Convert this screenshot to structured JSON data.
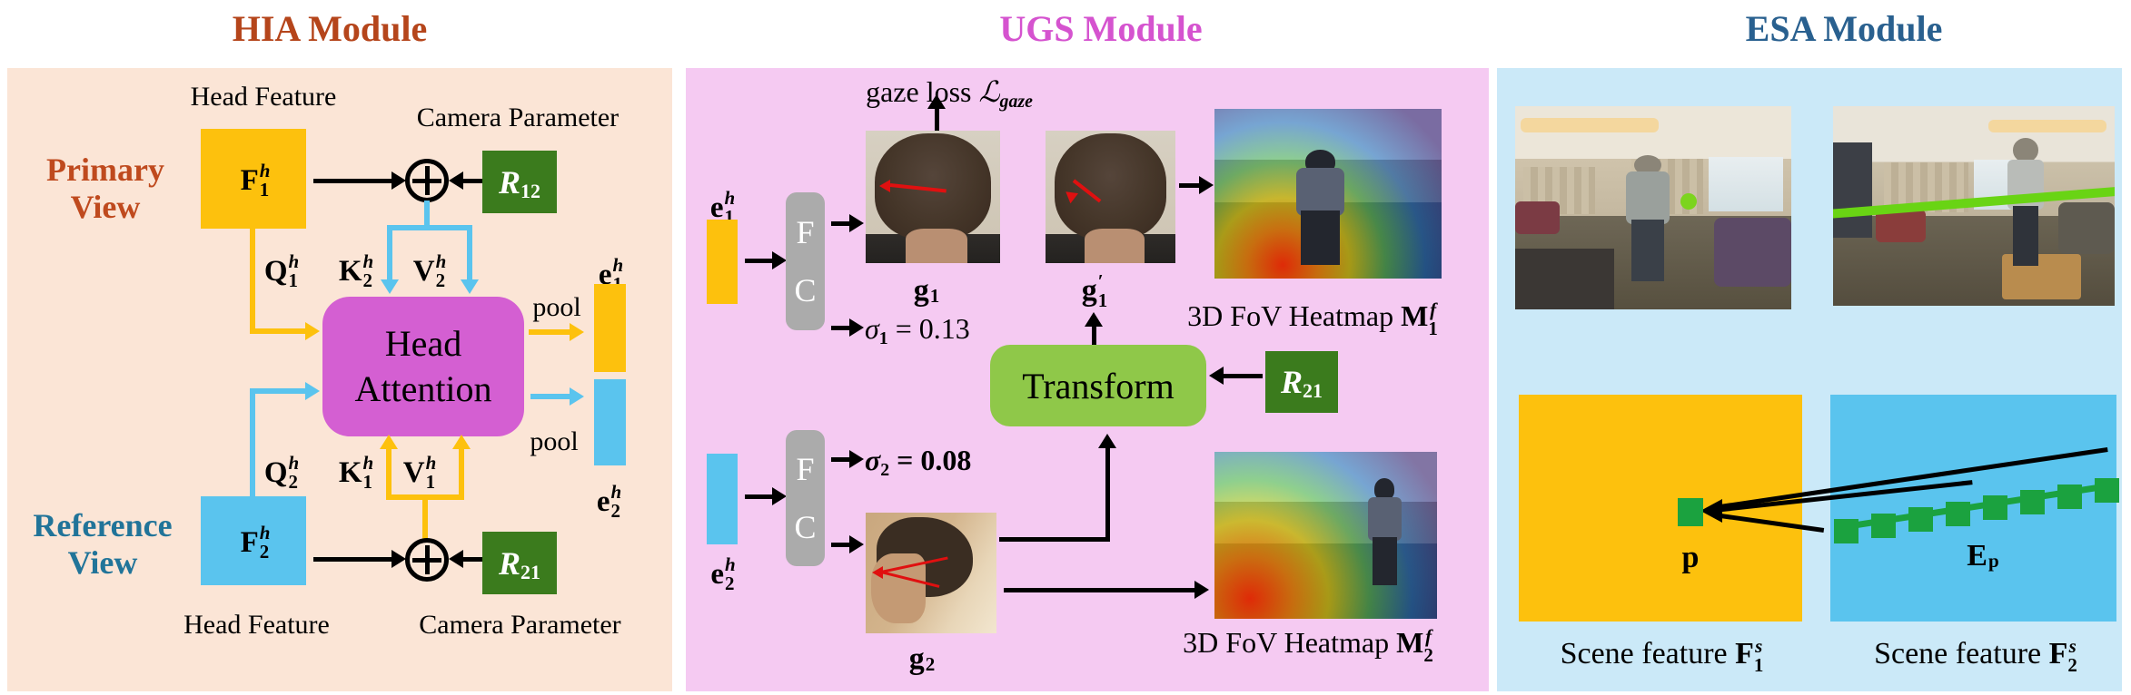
{
  "modules": {
    "hia": {
      "title": "HIA Module",
      "head_feature_top": "Head Feature",
      "camera_parameter_top": "Camera Parameter",
      "head_feature_bottom": "Head Feature",
      "camera_parameter_bottom": "Camera Parameter",
      "primary_view_line1": "Primary",
      "primary_view_line2": "View",
      "reference_view_line1": "Reference",
      "reference_view_line2": "View",
      "f1": {
        "base": "F",
        "sup": "h",
        "sub": "1"
      },
      "f2": {
        "base": "F",
        "sup": "h",
        "sub": "2"
      },
      "q1": {
        "base": "Q",
        "sup": "h",
        "sub": "1"
      },
      "q2": {
        "base": "Q",
        "sup": "h",
        "sub": "2"
      },
      "k1": {
        "base": "K",
        "sup": "h",
        "sub": "1"
      },
      "k2": {
        "base": "K",
        "sup": "h",
        "sub": "2"
      },
      "v1": {
        "base": "V",
        "sup": "h",
        "sub": "1"
      },
      "v2": {
        "base": "V",
        "sup": "h",
        "sub": "2"
      },
      "r12": {
        "base": "R",
        "sub": "12"
      },
      "r21": {
        "base": "R",
        "sub": "21"
      },
      "e1": {
        "base": "e",
        "sup": "h",
        "sub": "1"
      },
      "e2": {
        "base": "e",
        "sup": "h",
        "sub": "2"
      },
      "attention_line1": "Head",
      "attention_line2": "Attention",
      "pool_top": "pool",
      "pool_bottom": "pool"
    },
    "ugs": {
      "title": "UGS Module",
      "gaze_loss": {
        "prefix": "gaze loss ",
        "sym": "ℒ",
        "sub": "gaze"
      },
      "e1": {
        "base": "e",
        "sup": "h",
        "sub": "1"
      },
      "e2": {
        "base": "e",
        "sup": "h",
        "sub": "2"
      },
      "fc1": {
        "line1": "F",
        "line2": "C"
      },
      "fc2": {
        "line1": "F",
        "line2": "C"
      },
      "g1": {
        "base": "g",
        "sub": "1"
      },
      "g1_prime": {
        "base": "g",
        "sup": "′",
        "sub": "1"
      },
      "g2": {
        "base": "g",
        "sub": "2"
      },
      "sigma1": {
        "sym": "σ",
        "sub": "1",
        "eq": " = 0.13"
      },
      "sigma2": {
        "sym": "σ",
        "sub": "2",
        "eq": " = 0.08"
      },
      "transform": "Transform",
      "r21": {
        "base": "R",
        "sub": "21"
      },
      "heatmap1_label": {
        "prefix": "3D FoV Heatmap ",
        "base": "M",
        "sup": "f",
        "sub": "1"
      },
      "heatmap2_label": {
        "prefix": "3D FoV Heatmap ",
        "base": "M",
        "sup": "f",
        "sub": "2"
      }
    },
    "esa": {
      "title": "ESA Module",
      "p_label": "p",
      "ep": {
        "base": "E",
        "sub": "p"
      },
      "scene1": {
        "prefix": "Scene feature ",
        "base": "F",
        "sup": "s",
        "sub": "1"
      },
      "scene2": {
        "prefix": "Scene feature ",
        "base": "F",
        "sup": "s",
        "sub": "2"
      }
    }
  },
  "colors": {
    "hia_bg": "#fbe5d6",
    "ugs_bg": "#f5caf2",
    "esa_bg": "#cbe9f8",
    "hia_title": "#b5451b",
    "ugs_title": "#d553cf",
    "esa_title": "#29608f",
    "primary_view_text": "#bf4a1e",
    "reference_view_text": "#217499",
    "feature_yellow": "#fdc10d",
    "feature_blue": "#5ac4ee",
    "rotation_green": "#3b7b1d",
    "attention_magenta": "#d45fd2",
    "transform_green": "#8fc849",
    "fc_gray": "#ababab",
    "point_green": "#1ba23f",
    "gaze_arrow_red": "#e01010"
  }
}
